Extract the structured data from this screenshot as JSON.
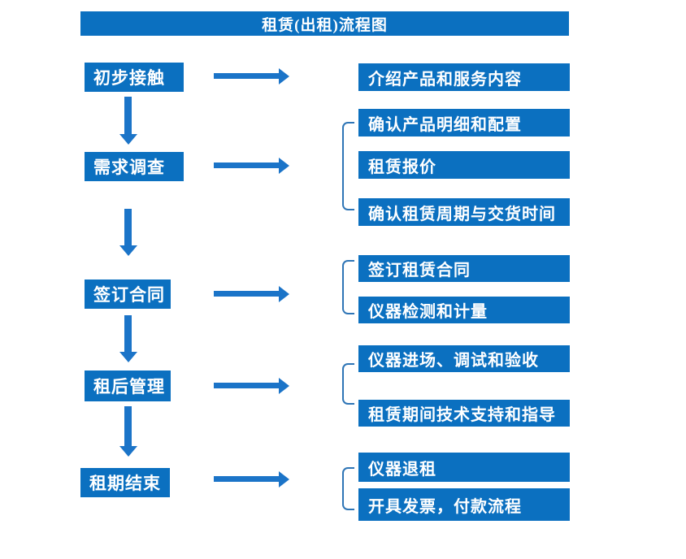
{
  "title": "租赁(出租)流程图",
  "colors": {
    "box_blue": "#0b70c0",
    "arrow_blue": "#1b74c8",
    "bracket_blue": "#2e75b6",
    "text_white": "#ffffff",
    "background": "#ffffff"
  },
  "left_steps": [
    {
      "label": "初步接触"
    },
    {
      "label": "需求调查"
    },
    {
      "label": "签订合同"
    },
    {
      "label": "租后管理"
    },
    {
      "label": "租期结束"
    }
  ],
  "right_boxes": [
    {
      "label": "介绍产品和服务内容"
    },
    {
      "label": "确认产品明细和配置"
    },
    {
      "label": "租赁报价"
    },
    {
      "label": "确认租赁周期与交货时间"
    },
    {
      "label": "签订租赁合同"
    },
    {
      "label": "仪器检测和计量"
    },
    {
      "label": "仪器进场、调试和验收"
    },
    {
      "label": "租赁期间技术支持和指导"
    },
    {
      "label": "仪器退租"
    },
    {
      "label": "开具发票，付款流程"
    }
  ],
  "flow_groups": [
    {
      "step": "初步接触",
      "details": [
        "介绍产品和服务内容"
      ]
    },
    {
      "step": "需求调查",
      "details": [
        "确认产品明细和配置",
        "租赁报价",
        "确认租赁周期与交货时间"
      ]
    },
    {
      "step": "签订合同",
      "details": [
        "签订租赁合同",
        "仪器检测和计量"
      ]
    },
    {
      "step": "租后管理",
      "details": [
        "仪器进场、调试和验收",
        "租赁期间技术支持和指导"
      ]
    },
    {
      "step": "租期结束",
      "details": [
        "仪器退租",
        "开具发票，付款流程"
      ]
    }
  ]
}
